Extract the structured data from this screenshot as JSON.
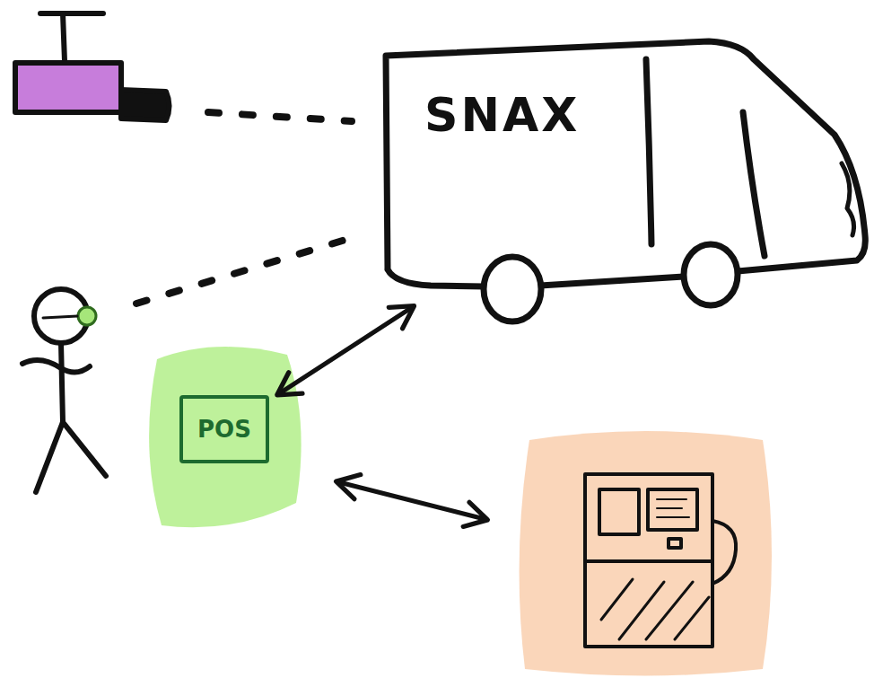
{
  "diagram": {
    "nodes": [
      {
        "text": [
          "SNAX"
        ]
      },
      {
        "text": [
          "POS"
        ]
      }
    ],
    "edges": [
      {
        "from": 1,
        "to": 0,
        "arrow": "both"
      }
    ]
  }
}
